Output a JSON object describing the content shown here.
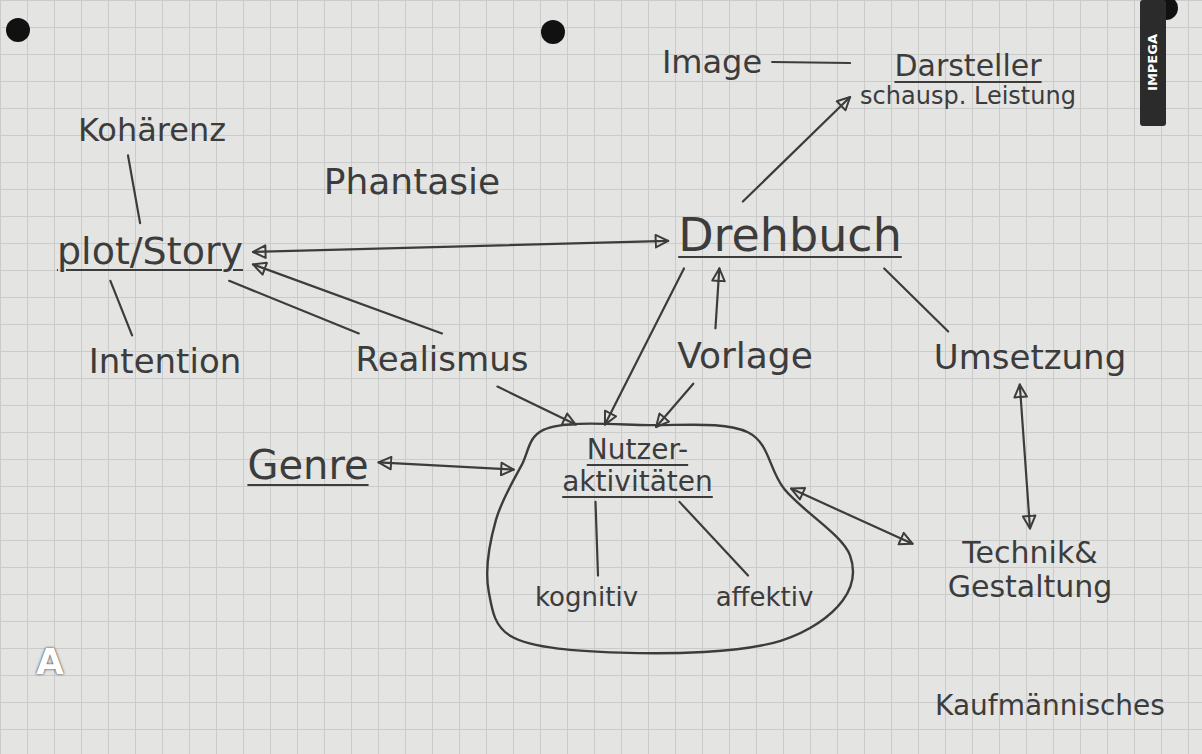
{
  "diagram": {
    "nodes": [
      {
        "text": [
          "Image"
        ]
      },
      {
        "text": [
          "Darsteller",
          "schausp. Leistung"
        ]
      },
      {
        "text": [
          "Kohärenz"
        ]
      },
      {
        "text": [
          "plot/Story"
        ]
      },
      {
        "text": [
          "Drehbuch"
        ]
      },
      {
        "text": [
          "Intention"
        ]
      },
      {
        "text": [
          "Realismus"
        ]
      },
      {
        "text": [
          "Vorlage"
        ]
      },
      {
        "text": [
          "Umsetzung"
        ]
      },
      {
        "text": [
          "Genre"
        ]
      },
      {
        "text": [
          "Nutzer- aktivitäten"
        ]
      },
      {
        "text": [
          "kognitiv"
        ],
        "in": 10
      },
      {
        "text": [
          "affektiv"
        ],
        "in": 10
      },
      {
        "text": [
          "Technik& Gestaltung"
        ]
      }
    ],
    "edges": [
      {
        "from": 2,
        "to": 3,
        "arrow": "none"
      },
      {
        "from": 0,
        "to": 1,
        "arrow": "none"
      },
      {
        "from": 4,
        "to": 1,
        "arrow": "to"
      },
      {
        "from": 3,
        "to": 4,
        "label": "Phantasie",
        "arrow": "both"
      },
      {
        "from": 3,
        "to": 5,
        "arrow": "none"
      },
      {
        "from": 3,
        "to": 6,
        "arrow": "none"
      },
      {
        "from": 6,
        "to": 3,
        "arrow": "to"
      },
      {
        "from": 6,
        "to": 10,
        "arrow": "to"
      },
      {
        "from": 4,
        "to": 10,
        "arrow": "to"
      },
      {
        "from": 7,
        "to": 4,
        "arrow": "to"
      },
      {
        "from": 7,
        "to": 10,
        "arrow": "to"
      },
      {
        "from": 4,
        "to": 8,
        "arrow": "none"
      },
      {
        "from": 8,
        "to": 13,
        "arrow": "both"
      },
      {
        "from": 9,
        "to": 10,
        "arrow": "both"
      },
      {
        "from": 10,
        "to": 13,
        "arrow": "both"
      },
      {
        "from": 10,
        "to": 11,
        "arrow": "none"
      },
      {
        "from": 10,
        "to": 12,
        "arrow": "none"
      }
    ],
    "labels": [
      "Kaufmännisches",
      "A",
      "IMPEGA"
    ]
  }
}
